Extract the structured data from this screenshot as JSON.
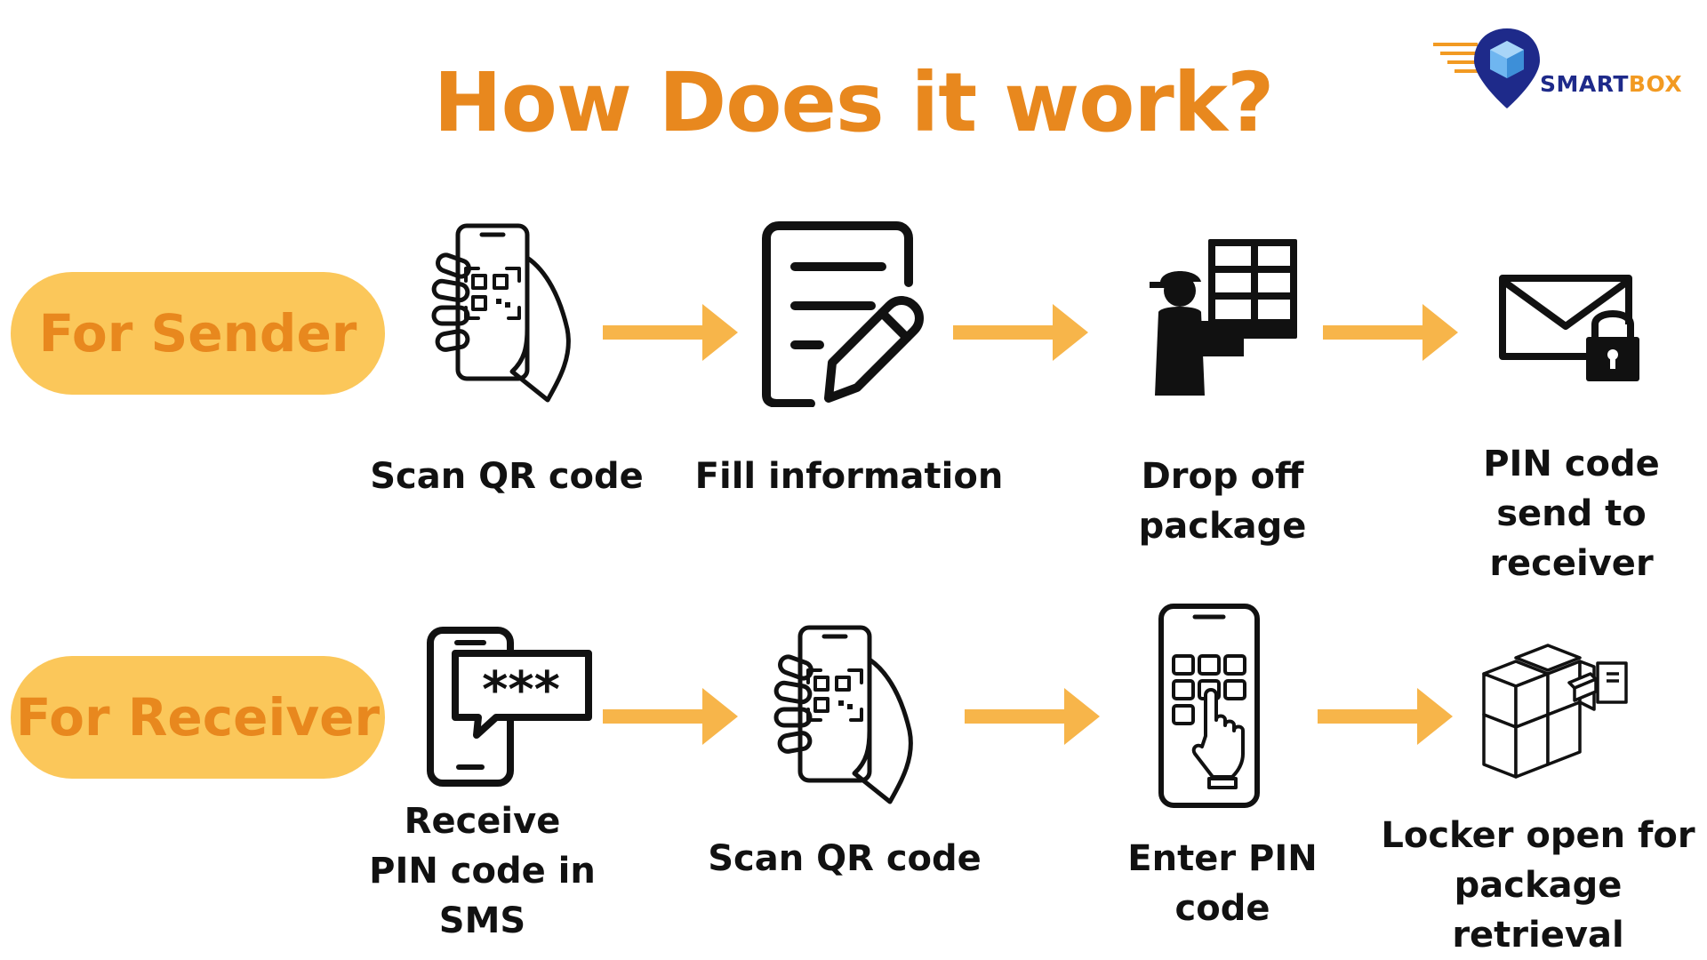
{
  "title": "How Does it work?",
  "logo": {
    "text_main": "SMART",
    "text_accent": "BOX"
  },
  "colors": {
    "title": "#e8881e",
    "pill_bg": "#fbc75a",
    "pill_text": "#e8881e",
    "arrow": "#f7b54a",
    "logo_blue": "#1e2a8a",
    "logo_orange": "#f29a22"
  },
  "sender": {
    "label": "For Sender",
    "steps": [
      {
        "label": "Scan QR code",
        "icon": "hand-phone-qr-icon"
      },
      {
        "label": "Fill information",
        "icon": "document-pencil-icon"
      },
      {
        "label": "Drop off package",
        "icon": "courier-locker-icon"
      },
      {
        "label": "PIN code send to receiver",
        "icon": "envelope-lock-icon"
      }
    ]
  },
  "receiver": {
    "label": "For Receiver",
    "steps": [
      {
        "label": "Receive PIN code in SMS",
        "icon": "phone-sms-pin-icon"
      },
      {
        "label": "Scan QR code",
        "icon": "hand-phone-qr-icon"
      },
      {
        "label": "Enter PIN code",
        "icon": "phone-keypad-icon"
      },
      {
        "label": "Locker open for package retrieval",
        "icon": "parcel-locker-icon"
      }
    ]
  }
}
